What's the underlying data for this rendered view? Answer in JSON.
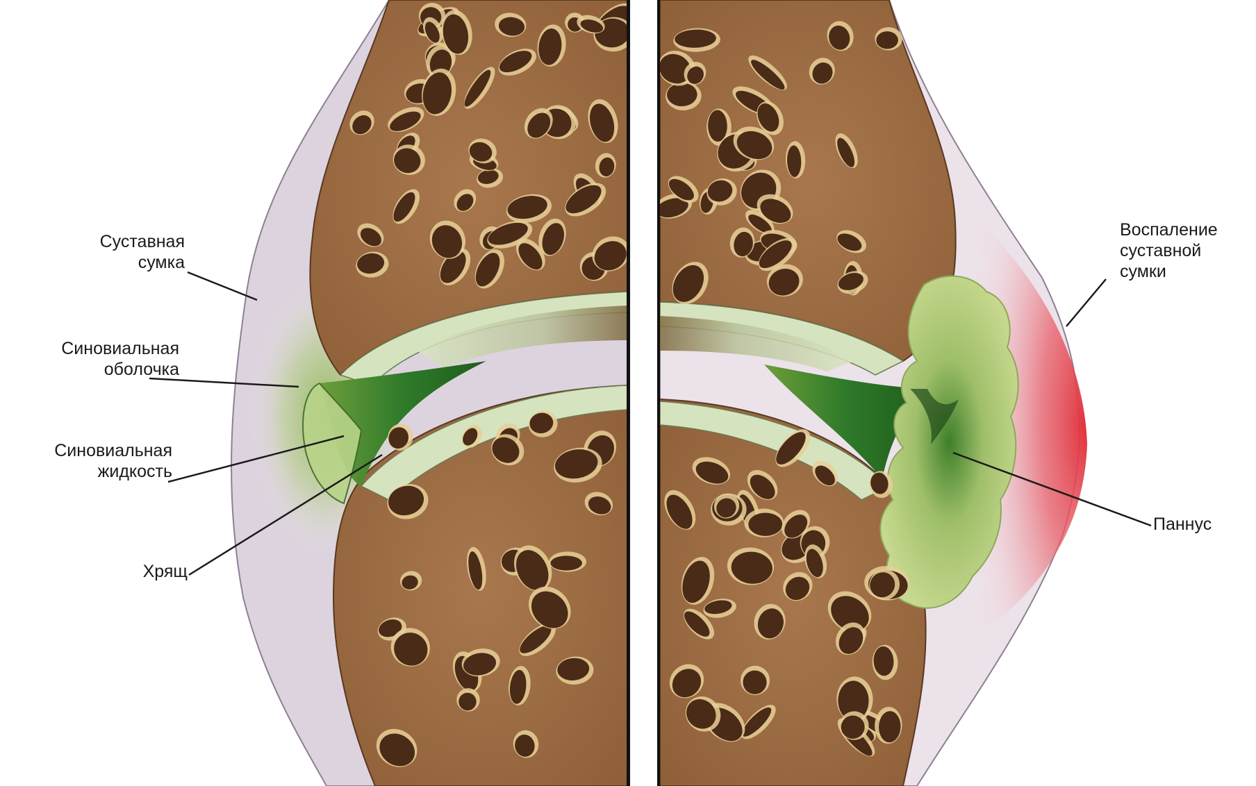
{
  "diagram": {
    "left_labels": [
      {
        "id": "capsule",
        "lines": [
          "Суставная",
          "сумка"
        ]
      },
      {
        "id": "synovium",
        "lines": [
          "Синовиальная",
          "оболочка"
        ]
      },
      {
        "id": "fluid",
        "lines": [
          "Синовиальная",
          "жидкость"
        ]
      },
      {
        "id": "cartilage",
        "lines": [
          "Хрящ"
        ]
      }
    ],
    "right_labels": [
      {
        "id": "inflammation",
        "lines": [
          "Воспаление",
          "суставной",
          "сумки"
        ]
      },
      {
        "id": "pannus",
        "lines": [
          "Паннус"
        ]
      }
    ],
    "colors": {
      "bone": "#a5714a",
      "bone_dark": "#6e4526",
      "pore": "#4a2b17",
      "pore_rim": "#e8cf96",
      "capsule": "#ddd3df",
      "cartilage": "#d6e3bf",
      "synovium_green": "#2f7a2a",
      "pannus": "#b9cf7d",
      "inflammation": "#e0303a",
      "divider": "#111111"
    }
  }
}
